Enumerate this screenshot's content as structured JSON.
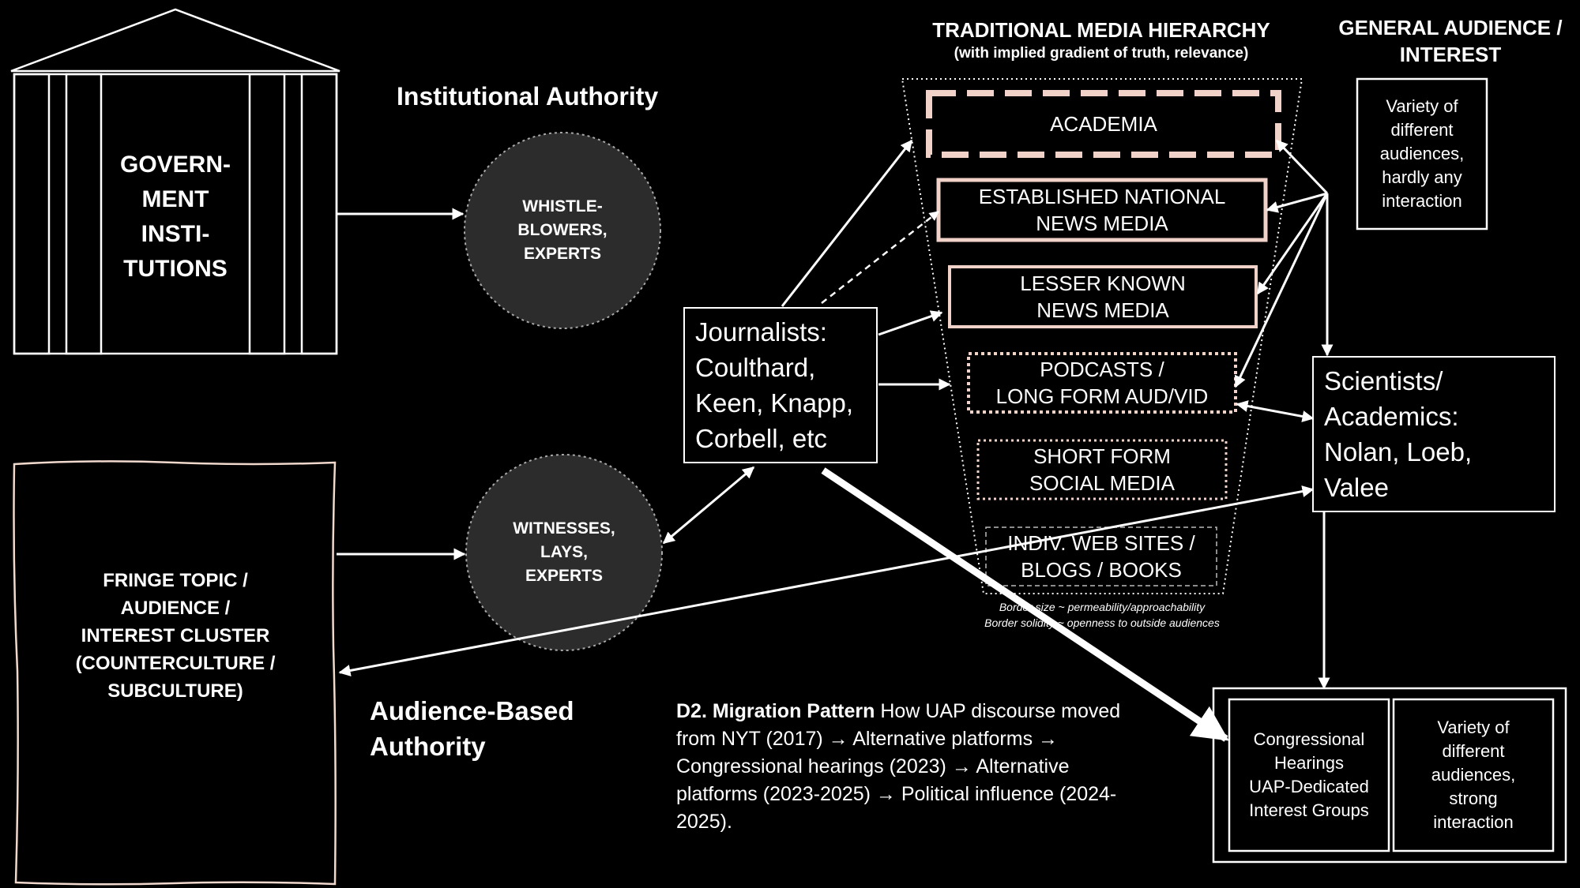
{
  "government": {
    "label": "GOVERN-\nMENT\nINSTI-\nTUTIONS"
  },
  "fringe": {
    "label": "FRINGE TOPIC /\nAUDIENCE /\nINTEREST CLUSTER\n(COUNTERCULTURE /\nSUBCULTURE)"
  },
  "institutional_authority": "Institutional Authority",
  "audience_authority": "Audience-Based\nAuthority",
  "whistleblowers": "WHISTLE-\nBLOWERS,\nEXPERTS",
  "witnesses": "WITNESSES,\nLAYS,\nEXPERTS",
  "journalists": "Journalists:\nCoulthard,\nKeen, Knapp,\nCorbell,  etc",
  "hierarchy": {
    "title": "TRADITIONAL MEDIA HIERARCHY",
    "subtitle": "(with implied gradient of truth, relevance)",
    "tiers": [
      "ACADEMIA",
      "ESTABLISHED NATIONAL\nNEWS MEDIA",
      "LESSER KNOWN\nNEWS MEDIA",
      "PODCASTS /\nLONG FORM AUD/VID",
      "SHORT FORM\nSOCIAL MEDIA",
      "INDIV. WEB SITES /\nBLOGS / BOOKS"
    ],
    "note_1": "Border size ~ permeability/approachability",
    "note_2": "Border solidity ~ openness to outside audiences"
  },
  "general_audience": {
    "title": "GENERAL AUDIENCE /\nINTEREST",
    "desc": "Variety of\ndifferent\naudiences,\nhardly any\ninteraction"
  },
  "scientists": "Scientists/\nAcademics:\nNolan, Loeb,\nValee",
  "congress": {
    "left": "Congressional\nHearings\nUAP-Dedicated\nInterest Groups",
    "right": "Variety of\ndifferent\naudiences,\nstrong\ninteraction"
  },
  "migration": {
    "label": "D2. Migration Pattern",
    "text": " How UAP discourse moved from NYT (2017) → Alternative platforms → Congressional hearings (2023) → Alternative platforms (2023-2025) → Political influence (2024-2025)."
  }
}
